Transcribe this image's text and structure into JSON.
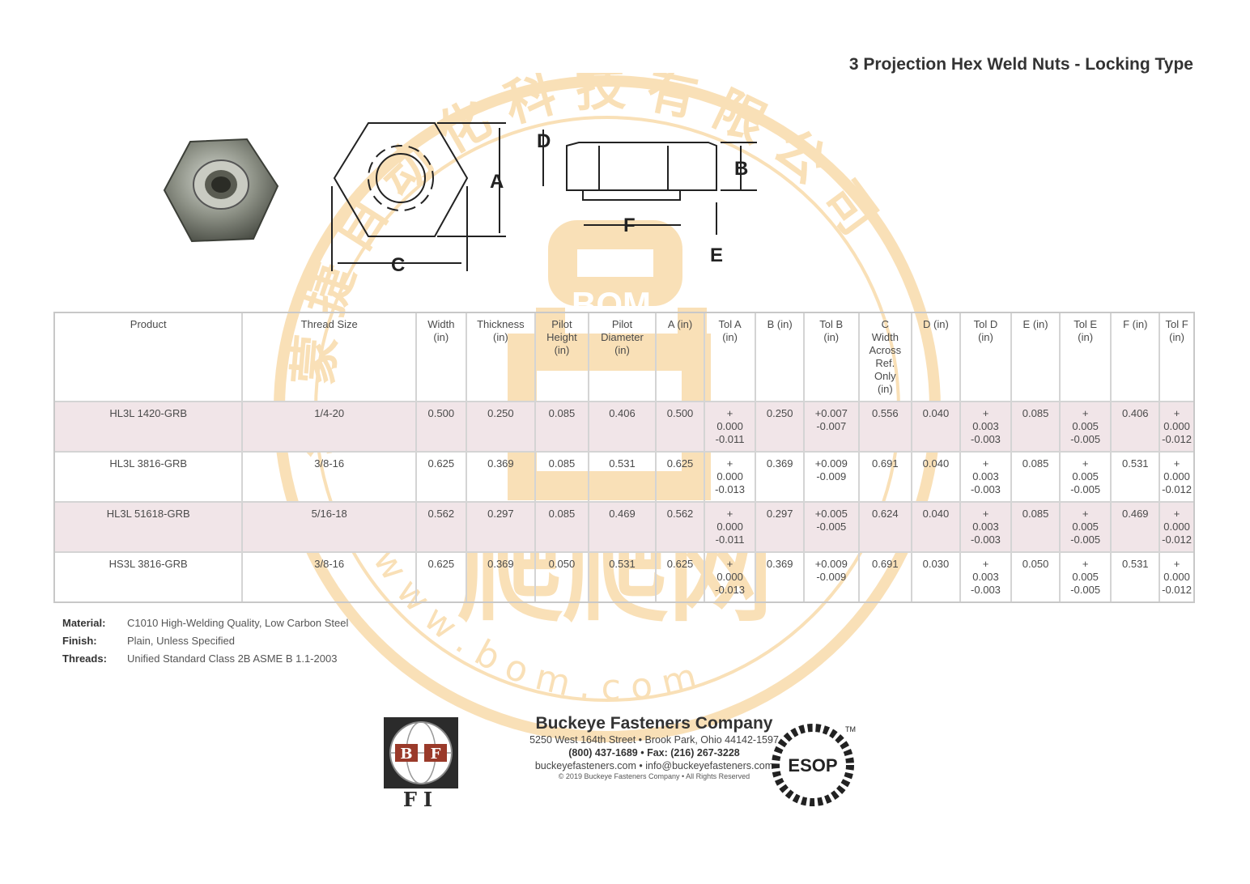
{
  "title": "3 Projection Hex Weld Nuts - Locking Type",
  "diagram_labels": {
    "A": "A",
    "B": "B",
    "C": "C",
    "D": "D",
    "E": "E",
    "F": "F"
  },
  "table": {
    "headers": [
      "Product",
      "Thread Size",
      "Width\n(in)",
      "Thickness\n(in)",
      "Pilot\nHeight\n(in)",
      "Pilot\nDiameter\n(in)",
      "A (in)",
      "Tol A\n(in)",
      "B (in)",
      "Tol B\n(in)",
      "C\nWidth\nAcross\nRef.\nOnly\n(in)",
      "D (in)",
      "Tol D\n(in)",
      "E (in)",
      "Tol E\n(in)",
      "F (in)",
      "Tol F\n(in)"
    ],
    "rows": [
      [
        "HL3L 1420-GRB",
        "1/4-20",
        "0.500",
        "0.250",
        "0.085",
        "0.406",
        "0.500",
        "+\n0.000\n-0.011",
        "0.250",
        "+0.007\n-0.007",
        "0.556",
        "0.040",
        "+\n0.003\n-0.003",
        "0.085",
        "+\n0.005\n-0.005",
        "0.406",
        "+\n0.000\n-0.012"
      ],
      [
        "HL3L 3816-GRB",
        "3/8-16",
        "0.625",
        "0.369",
        "0.085",
        "0.531",
        "0.625",
        "+\n0.000\n-0.013",
        "0.369",
        "+0.009\n-0.009",
        "0.691",
        "0.040",
        "+\n0.003\n-0.003",
        "0.085",
        "+\n0.005\n-0.005",
        "0.531",
        "+\n0.000\n-0.012"
      ],
      [
        "HL3L 51618-GRB",
        "5/16-18",
        "0.562",
        "0.297",
        "0.085",
        "0.469",
        "0.562",
        "+\n0.000\n-0.011",
        "0.297",
        "+0.005\n-0.005",
        "0.624",
        "0.040",
        "+\n0.003\n-0.003",
        "0.085",
        "+\n0.005\n-0.005",
        "0.469",
        "+\n0.000\n-0.012"
      ],
      [
        "HS3L 3816-GRB",
        "3/8-16",
        "0.625",
        "0.369",
        "0.050",
        "0.531",
        "0.625",
        "+\n0.000\n-0.013",
        "0.369",
        "+0.009\n-0.009",
        "0.691",
        "0.030",
        "+\n0.003\n-0.003",
        "0.050",
        "+\n0.005\n-0.005",
        "0.531",
        "+\n0.000\n-0.012"
      ]
    ]
  },
  "notes": [
    {
      "label": "Material:",
      "value": "C1010 High-Welding Quality, Low Carbon Steel"
    },
    {
      "label": "Finish:",
      "value": "Plain, Unless Specified"
    },
    {
      "label": "Threads:",
      "value": "Unified Standard Class 2B ASME B 1.1-2003"
    }
  ],
  "company": {
    "name": "Buckeye Fasteners Company",
    "address": "5250 West 164th Street • Brook Park, Ohio 44142-1597",
    "phone": "(800) 437-1689 • Fax: (216) 267-3228",
    "web": "buckeyefasteners.com • info@buckeyefasteners.com",
    "copyright": "© 2019 Buckeye Fasteners Company • All Rights Reserved"
  },
  "logo_left": {
    "top": "B",
    "mid": "F",
    "bottom": "FI"
  },
  "logo_right": {
    "text": "ESOP",
    "mark": "TM"
  },
  "watermark": {
    "circle_text": "华 蒙 捷 自 动 化 科 技 有 限 公 司",
    "url": "w w w . b o m . c o m",
    "brand": "BOM",
    "chinese": "爬爬网",
    "registered": "®"
  },
  "colors": {
    "row_alt": "#f1e5e8",
    "watermark": "#f5c77e"
  }
}
